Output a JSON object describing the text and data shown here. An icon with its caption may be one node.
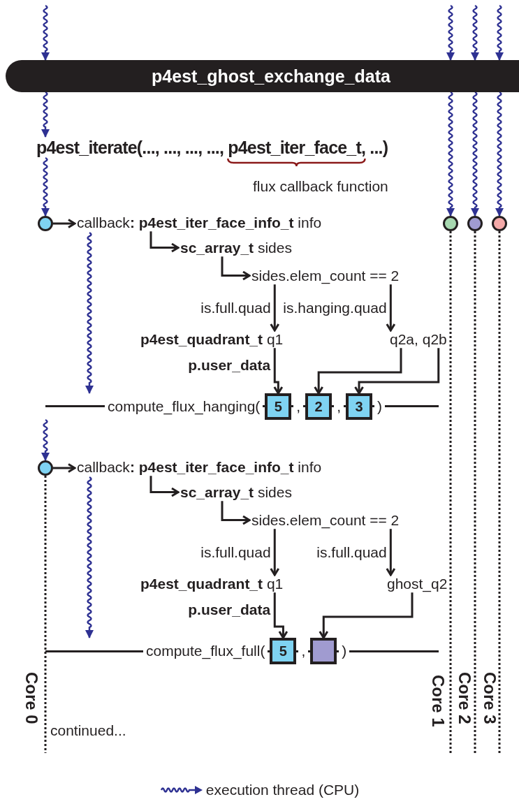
{
  "diagram": {
    "nodes": [
      {
        "text": [
          "p4est_ghost_exchange_data"
        ]
      },
      {
        "text": [
          "p4est_iterate(..., ..., ..., ..., p4est_iter_face_t, ...)"
        ]
      },
      {
        "text": [],
        "shape": "circle"
      },
      {
        "text": [],
        "shape": "circle"
      },
      {
        "text": [],
        "shape": "circle"
      },
      {
        "text": [],
        "shape": "circle"
      },
      {
        "text": [
          "callback**: p4est_iter_face_info_t** info"
        ]
      },
      {
        "text": [
          "**sc_array_t** sides"
        ]
      },
      {
        "text": [
          "sides.elem_count == 2"
        ]
      },
      {
        "text": [
          "**p4est_quadrant_t** q1"
        ]
      },
      {
        "text": [
          "q2a, q2b"
        ]
      },
      {
        "text": [
          "compute_flux_hanging(",
          ",",
          ",",
          ")"
        ]
      },
      {
        "text": [
          "5"
        ],
        "in": 11
      },
      {
        "text": [
          "2"
        ],
        "in": 11
      },
      {
        "text": [
          "3"
        ],
        "in": 11
      },
      {
        "text": [],
        "shape": "circle"
      },
      {
        "text": [
          "callback**: p4est_iter_face_info_t** info"
        ]
      },
      {
        "text": [
          "**sc_array_t** sides"
        ]
      },
      {
        "text": [
          "sides.elem_count == 2"
        ]
      },
      {
        "text": [
          "**p4est_quadrant_t** q1"
        ]
      },
      {
        "text": [
          "ghost_q2"
        ]
      },
      {
        "text": [
          "compute_flux_full(",
          ",",
          ")"
        ]
      },
      {
        "text": [
          "5"
        ],
        "in": 21
      },
      {
        "text": [],
        "shape": "box",
        "in": 21
      }
    ],
    "edges": [
      {
        "from": null,
        "to": 0,
        "arrow": "to",
        "color": "#2e3192"
      },
      {
        "from": null,
        "to": 0,
        "arrow": "to",
        "color": "#2e3192"
      },
      {
        "from": null,
        "to": 0,
        "arrow": "to",
        "color": "#2e3192"
      },
      {
        "from": null,
        "to": 0,
        "arrow": "to",
        "color": "#2e3192"
      },
      {
        "from": 0,
        "to": 1,
        "arrow": "to",
        "color": "#2e3192"
      },
      {
        "from": 1,
        "to": 2,
        "arrow": "to",
        "color": "#2e3192"
      },
      {
        "from": 0,
        "to": 3,
        "arrow": "to",
        "color": "#2e3192"
      },
      {
        "from": 0,
        "to": 4,
        "arrow": "to",
        "color": "#2e3192"
      },
      {
        "from": 0,
        "to": 5,
        "arrow": "to",
        "color": "#2e3192"
      },
      {
        "from": 2,
        "to": 6,
        "arrow": "to"
      },
      {
        "from": 6,
        "to": 7,
        "arrow": "to"
      },
      {
        "from": 7,
        "to": 8,
        "arrow": "to"
      },
      {
        "from": 8,
        "to": 9,
        "arrow": "to",
        "label": "is.full.quad"
      },
      {
        "from": 8,
        "to": 10,
        "arrow": "to",
        "label": "is.hanging.quad"
      },
      {
        "from": 9,
        "to": 12,
        "arrow": "to",
        "label": "p.user_data"
      },
      {
        "from": 10,
        "to": 13,
        "arrow": "to"
      },
      {
        "from": 10,
        "to": 14,
        "arrow": "to"
      },
      {
        "from": 6,
        "to": 11,
        "arrow": "to",
        "color": "#2e3192"
      },
      {
        "from": 11,
        "to": 15,
        "arrow": "to",
        "color": "#2e3192"
      },
      {
        "from": 15,
        "to": 16,
        "arrow": "to"
      },
      {
        "from": 16,
        "to": 17,
        "arrow": "to"
      },
      {
        "from": 17,
        "to": 18,
        "arrow": "to"
      },
      {
        "from": 18,
        "to": 19,
        "arrow": "to",
        "label": "is.full.quad"
      },
      {
        "from": 18,
        "to": 20,
        "arrow": "to",
        "label": "is.full.quad"
      },
      {
        "from": 19,
        "to": 22,
        "arrow": "to",
        "label": "p.user_data"
      },
      {
        "from": 20,
        "to": 23,
        "arrow": "to"
      },
      {
        "from": 16,
        "to": 21,
        "arrow": "to",
        "color": "#2e3192"
      },
      {
        "from": 15,
        "to": null,
        "arrow": "none",
        "style": "dashed"
      },
      {
        "from": 3,
        "to": null,
        "arrow": "none",
        "style": "dashed"
      },
      {
        "from": 4,
        "to": null,
        "arrow": "none",
        "style": "dashed"
      },
      {
        "from": 5,
        "to": null,
        "arrow": "none",
        "style": "dashed"
      }
    ],
    "labels": [
      "flux callback function",
      "Core 0",
      "continued...",
      "Core 1",
      "Core 2",
      "Core 3"
    ],
    "legend": [
      {
        "text": "execution thread (CPU)"
      }
    ]
  }
}
